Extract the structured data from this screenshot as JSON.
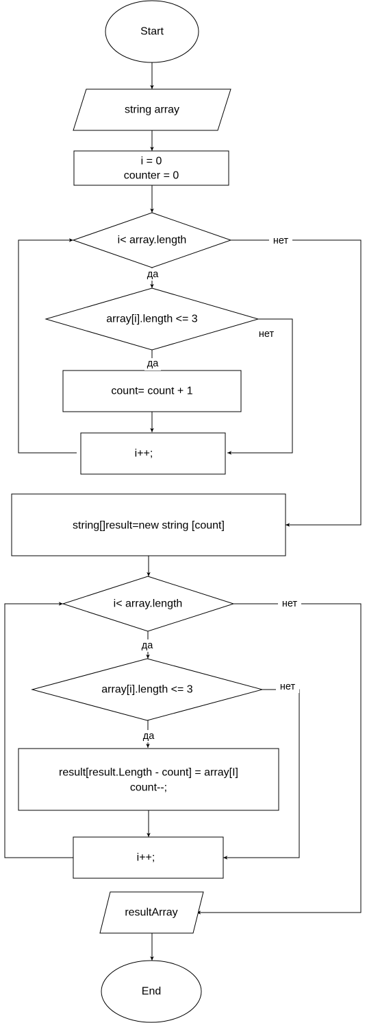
{
  "nodes": {
    "start": "Start",
    "input_array": "string array",
    "init_line1": "i = 0",
    "init_line2": "counter = 0",
    "loop1_condition": "i< array.length",
    "check1_condition": "array[i].length <= 3",
    "count_increment": "count= count + 1",
    "loop1_increment": "i++;",
    "create_result": "string[]result=new string [count]",
    "loop2_condition": "i< array.length",
    "check2_condition": "array[i].length <= 3",
    "assign_line1": "result[result.Length - count] = array[I]",
    "assign_line2": "count--;",
    "loop2_increment": "i++;",
    "output": "resultArray",
    "end": "End"
  },
  "edge_labels": {
    "loop1_yes": "да",
    "loop1_no": "нет",
    "check1_yes": "да",
    "check1_no": "нет",
    "loop2_yes": "да",
    "loop2_no": "нет",
    "check2_yes": "да",
    "check2_no": "нет"
  }
}
